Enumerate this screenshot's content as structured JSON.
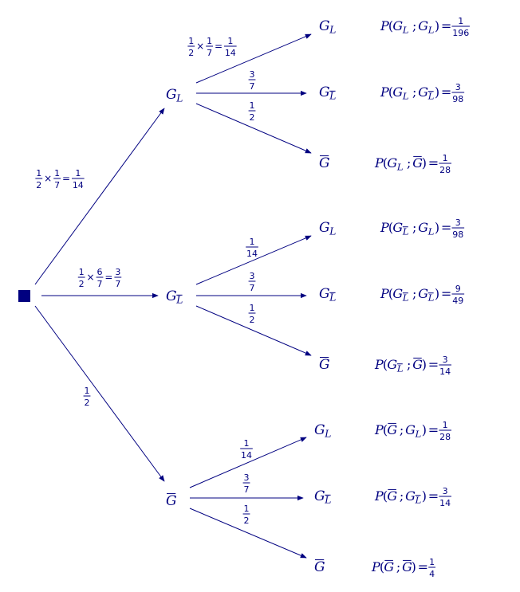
{
  "colors": {
    "ink": "#000080"
  },
  "root": {
    "icon": "root-square-icon"
  },
  "nodes": {
    "l1_GL": {
      "letter": "G",
      "sub": "L",
      "sub_bar": false,
      "bar": false
    },
    "l1_GLb": {
      "letter": "G",
      "sub": "L",
      "sub_bar": true,
      "bar": false
    },
    "l1_Gb": {
      "letter": "G",
      "sub": "",
      "sub_bar": false,
      "bar": true
    },
    "l2_a1": {
      "letter": "G",
      "sub": "L",
      "sub_bar": false,
      "bar": false
    },
    "l2_a2": {
      "letter": "G",
      "sub": "L",
      "sub_bar": true,
      "bar": false
    },
    "l2_a3": {
      "letter": "G",
      "sub": "",
      "sub_bar": false,
      "bar": true
    },
    "l2_b1": {
      "letter": "G",
      "sub": "L",
      "sub_bar": false,
      "bar": false
    },
    "l2_b2": {
      "letter": "G",
      "sub": "L",
      "sub_bar": true,
      "bar": false
    },
    "l2_b3": {
      "letter": "G",
      "sub": "",
      "sub_bar": false,
      "bar": true
    },
    "l2_c1": {
      "letter": "G",
      "sub": "L",
      "sub_bar": false,
      "bar": false
    },
    "l2_c2": {
      "letter": "G",
      "sub": "L",
      "sub_bar": true,
      "bar": false
    },
    "l2_c3": {
      "letter": "G",
      "sub": "",
      "sub_bar": false,
      "bar": true
    }
  },
  "edge_labels": {
    "root_GL": {
      "terms": [
        [
          "1",
          "2"
        ],
        [
          "1",
          "7"
        ],
        [
          "1",
          "14"
        ]
      ]
    },
    "root_GLb": {
      "terms": [
        [
          "1",
          "2"
        ],
        [
          "6",
          "7"
        ],
        [
          "3",
          "7"
        ]
      ]
    },
    "root_Gb": {
      "terms": [
        [
          "1",
          "2"
        ]
      ]
    },
    "GL_GL": {
      "terms": [
        [
          "1",
          "2"
        ],
        [
          "1",
          "7"
        ],
        [
          "1",
          "14"
        ]
      ]
    },
    "GL_GLb": {
      "terms": [
        [
          "3",
          "7"
        ]
      ]
    },
    "GL_Gb": {
      "terms": [
        [
          "1",
          "2"
        ]
      ]
    },
    "GLb_GL": {
      "terms": [
        [
          "1",
          "14"
        ]
      ]
    },
    "GLb_GLb": {
      "terms": [
        [
          "3",
          "7"
        ]
      ]
    },
    "GLb_Gb": {
      "terms": [
        [
          "1",
          "2"
        ]
      ]
    },
    "Gb_GL": {
      "terms": [
        [
          "1",
          "14"
        ]
      ]
    },
    "Gb_GLb": {
      "terms": [
        [
          "3",
          "7"
        ]
      ]
    },
    "Gb_Gb": {
      "terms": [
        [
          "1",
          "2"
        ]
      ]
    }
  },
  "operators": {
    "times": "×",
    "equals": "=",
    "sep": ";",
    "P": "P"
  },
  "results": [
    {
      "a": "GL",
      "b": "GL",
      "num": "1",
      "den": "196"
    },
    {
      "a": "GL",
      "b": "GLb",
      "num": "3",
      "den": "98"
    },
    {
      "a": "GL",
      "b": "Gb",
      "num": "1",
      "den": "28"
    },
    {
      "a": "GLb",
      "b": "GL",
      "num": "3",
      "den": "98"
    },
    {
      "a": "GLb",
      "b": "GLb",
      "num": "9",
      "den": "49"
    },
    {
      "a": "GLb",
      "b": "Gb",
      "num": "3",
      "den": "14"
    },
    {
      "a": "Gb",
      "b": "GL",
      "num": "1",
      "den": "28"
    },
    {
      "a": "Gb",
      "b": "GLb",
      "num": "3",
      "den": "14"
    },
    {
      "a": "Gb",
      "b": "Gb",
      "num": "1",
      "den": "4"
    }
  ]
}
